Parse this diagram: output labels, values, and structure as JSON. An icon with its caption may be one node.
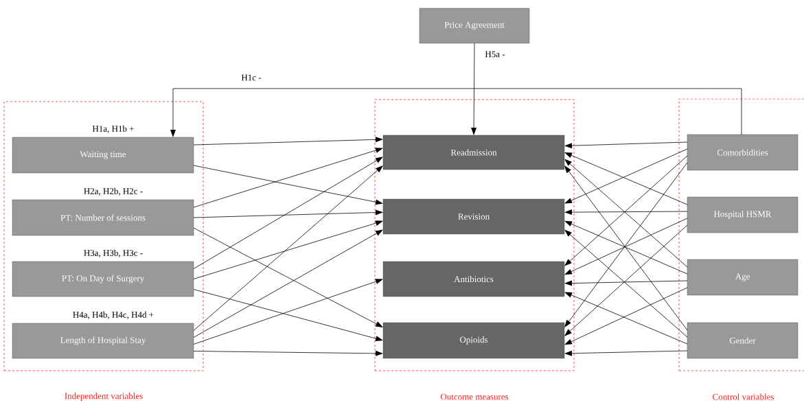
{
  "diagram": {
    "nodes": [
      {
        "text": [
          "Price Agreement"
        ]
      },
      {
        "text": [
          "Independent variables"
        ]
      },
      {
        "text": [
          "Waiting time"
        ],
        "in": 1,
        "beside": [
          "H1a, H1b +"
        ]
      },
      {
        "text": [
          "PT: Number of sessions"
        ],
        "in": 1,
        "beside": [
          "H2a, H2b, H2c -"
        ]
      },
      {
        "text": [
          "PT: On Day of Surgery"
        ],
        "in": 1,
        "beside": [
          "H3a, H3b, H3c -"
        ]
      },
      {
        "text": [
          "Length of Hospital Stay"
        ],
        "in": 1,
        "beside": [
          "H4a, H4b, H4c, H4d +"
        ]
      },
      {
        "text": [
          "Outcome measures"
        ]
      },
      {
        "text": [
          "Readmission"
        ],
        "in": 6
      },
      {
        "text": [
          "Revision"
        ],
        "in": 6
      },
      {
        "text": [
          "Antibiotics"
        ],
        "in": 6
      },
      {
        "text": [
          "Opioids"
        ],
        "in": 6
      },
      {
        "text": [
          "Control variables"
        ]
      },
      {
        "text": [
          "Comorbidities"
        ],
        "in": 11
      },
      {
        "text": [
          "Hospital HSMR"
        ],
        "in": 11
      },
      {
        "text": [
          "Age"
        ],
        "in": 11
      },
      {
        "text": [
          "Gender"
        ],
        "in": 11
      }
    ],
    "edges": [
      {
        "from": 0,
        "to": 7,
        "arrow": "to",
        "label": "H5a -"
      },
      {
        "from": 12,
        "to": 2,
        "arrow": "to",
        "label": "H1c -"
      },
      {
        "from": 2,
        "to": 7,
        "arrow": "to"
      },
      {
        "from": 2,
        "to": 8,
        "arrow": "to"
      },
      {
        "from": 3,
        "to": 7,
        "arrow": "to"
      },
      {
        "from": 3,
        "to": 8,
        "arrow": "to"
      },
      {
        "from": 3,
        "to": 10,
        "arrow": "to"
      },
      {
        "from": 4,
        "to": 7,
        "arrow": "to"
      },
      {
        "from": 4,
        "to": 8,
        "arrow": "to"
      },
      {
        "from": 4,
        "to": 10,
        "arrow": "to"
      },
      {
        "from": 5,
        "to": 7,
        "arrow": "to"
      },
      {
        "from": 5,
        "to": 8,
        "arrow": "to"
      },
      {
        "from": 5,
        "to": 9,
        "arrow": "to"
      },
      {
        "from": 5,
        "to": 10,
        "arrow": "to"
      },
      {
        "from": 12,
        "to": 7,
        "arrow": "to"
      },
      {
        "from": 12,
        "to": 8,
        "arrow": "to"
      },
      {
        "from": 12,
        "to": 9,
        "arrow": "to"
      },
      {
        "from": 12,
        "to": 10,
        "arrow": "to"
      },
      {
        "from": 13,
        "to": 7,
        "arrow": "to"
      },
      {
        "from": 13,
        "to": 8,
        "arrow": "to"
      },
      {
        "from": 13,
        "to": 9,
        "arrow": "to"
      },
      {
        "from": 13,
        "to": 10,
        "arrow": "to"
      },
      {
        "from": 14,
        "to": 7,
        "arrow": "to"
      },
      {
        "from": 14,
        "to": 8,
        "arrow": "to"
      },
      {
        "from": 14,
        "to": 9,
        "arrow": "to"
      },
      {
        "from": 14,
        "to": 10,
        "arrow": "to"
      },
      {
        "from": 15,
        "to": 7,
        "arrow": "to"
      },
      {
        "from": 15,
        "to": 8,
        "arrow": "to"
      },
      {
        "from": 15,
        "to": 9,
        "arrow": "to"
      },
      {
        "from": 15,
        "to": 10,
        "arrow": "to"
      }
    ]
  }
}
